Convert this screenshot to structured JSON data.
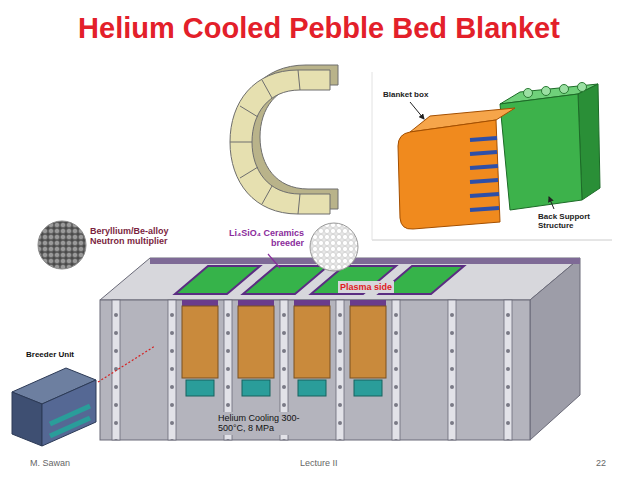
{
  "diagram": {
    "title": "Helium Cooled Pebble Bed Blanket",
    "labels": [
      "Blanket box",
      "Back Support Structure",
      "Beryllium/Be-alloy Neutron multiplier",
      "Li₄SiO₄ Ceramics breeder",
      "Plasma side",
      "Breeder Unit",
      "Helium Cooling 300-500°C, 8 MPa",
      "M. Sawan",
      "Lecture II",
      "22"
    ]
  }
}
